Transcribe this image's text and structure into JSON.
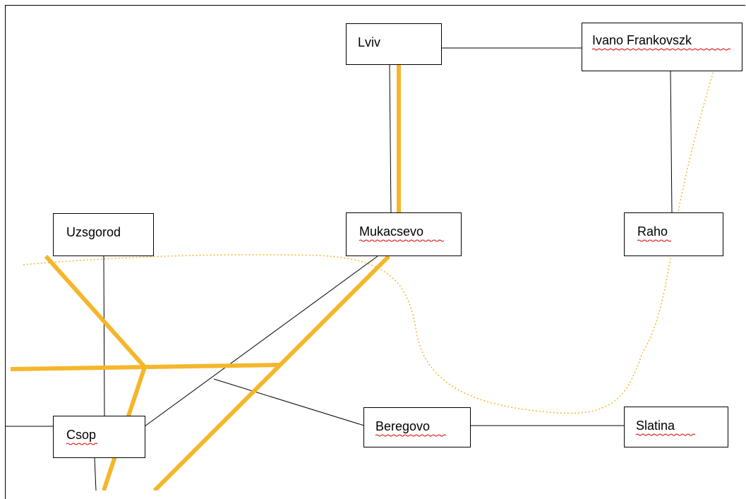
{
  "diagram": {
    "nodes": [
      {
        "id": "lviv",
        "label": "Lviv"
      },
      {
        "id": "ivano",
        "label": "Ivano Frankovszk"
      },
      {
        "id": "uzsgorod",
        "label": "Uzsgorod"
      },
      {
        "id": "mukacsevo",
        "label": "Mukacsevo"
      },
      {
        "id": "raho",
        "label": "Raho"
      },
      {
        "id": "csop",
        "label": "Csop"
      },
      {
        "id": "beregovo",
        "label": "Beregovo"
      },
      {
        "id": "slatina",
        "label": "Slatina"
      }
    ],
    "colors": {
      "line": "#000000",
      "route": "#F5B62B",
      "dotted": "#F5B62B"
    }
  }
}
